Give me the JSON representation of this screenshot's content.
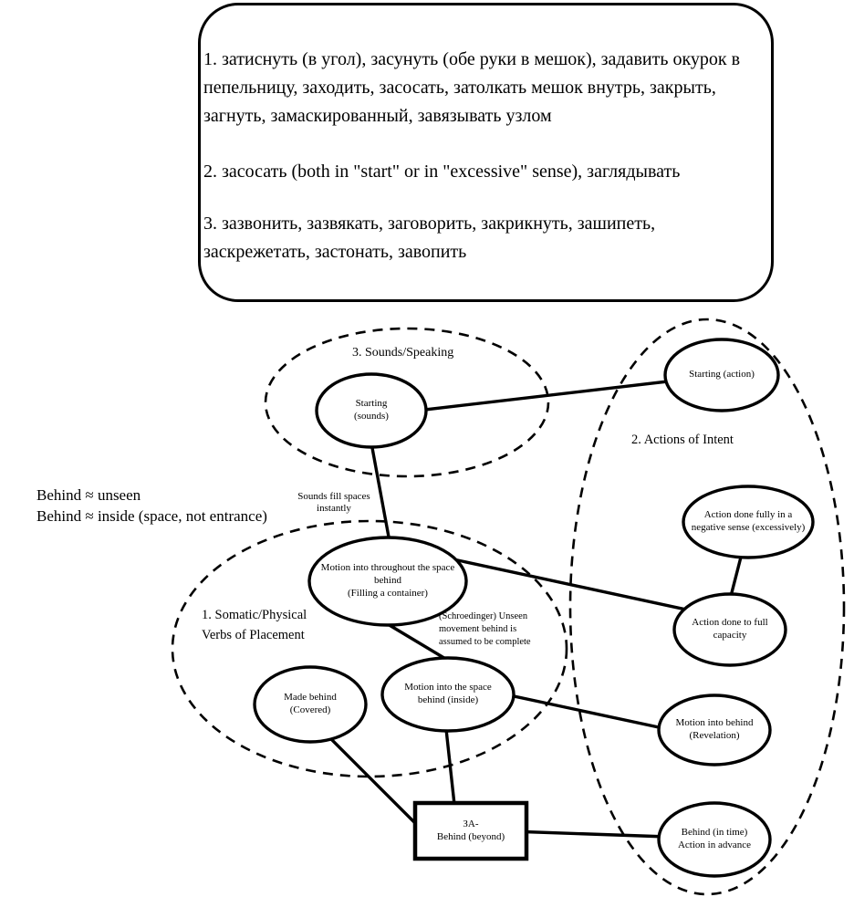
{
  "colors": {
    "ink": "#000000",
    "paper": "#ffffff"
  },
  "legend_box": {
    "items": [
      "1. затиснуть (в угол), засунуть (обе руки в мешок), задавить окурок в пепельницу, заходить, засосать, затолкать мешок внутрь, закрыть, загнуть, замаскированный, завязывать узлом",
      "2. засосать (both in \"start\" or in \"excessive\" sense), заглядывать",
      "3. зазвонить, зазвякать, заговорить, закрикнуть, зашипеть, заскрежетать, застонать, завопить"
    ]
  },
  "groups": {
    "somatic": {
      "label": "1. Somatic/Physical\nVerbs of Placement",
      "members": [
        "motion_throughout",
        "made_behind",
        "motion_inside"
      ]
    },
    "intent": {
      "label": "2. Actions of Intent",
      "members": [
        "starting_action",
        "action_negative",
        "action_full",
        "motion_revelation",
        "behind_in_time"
      ]
    },
    "sounds": {
      "label": "3. Sounds/Speaking",
      "members": [
        "starting_sounds"
      ]
    }
  },
  "nodes": {
    "root": {
      "label": "ЗА-\nBehind (beyond)"
    },
    "starting_sounds": {
      "label": "Starting\n(sounds)"
    },
    "starting_action": {
      "label": "Starting (action)"
    },
    "motion_throughout": {
      "label": "Motion into throughout the space\nbehind\n(Filling a container)"
    },
    "made_behind": {
      "label": "Made behind\n(Covered)"
    },
    "motion_inside": {
      "label": "Motion into the space\nbehind (inside)"
    },
    "action_negative": {
      "label": "Action done fully in a\nnegative sense (excessively)"
    },
    "action_full": {
      "label": "Action done to full\ncapacity"
    },
    "motion_revelation": {
      "label": "Motion into behind\n(Revelation)"
    },
    "behind_in_time": {
      "label": "Behind (in time)\nAction in advance"
    }
  },
  "annotations": {
    "behind": "Behind ≈ unseen\nBehind ≈ inside (space, not entrance)",
    "sounds_fill": "Sounds fill spaces\ninstantly",
    "schroedinger": "(Schroedinger) Unseen\nmovement behind is\nassumed to be complete"
  },
  "edges": [
    {
      "from": "starting_sounds",
      "to": "starting_action"
    },
    {
      "from": "starting_sounds",
      "to": "motion_throughout"
    },
    {
      "from": "motion_throughout",
      "to": "action_full"
    },
    {
      "from": "motion_throughout",
      "to": "motion_inside"
    },
    {
      "from": "motion_inside",
      "to": "motion_revelation"
    },
    {
      "from": "motion_inside",
      "to": "root"
    },
    {
      "from": "made_behind",
      "to": "root"
    },
    {
      "from": "root",
      "to": "behind_in_time"
    },
    {
      "from": "action_negative",
      "to": "action_full"
    }
  ]
}
